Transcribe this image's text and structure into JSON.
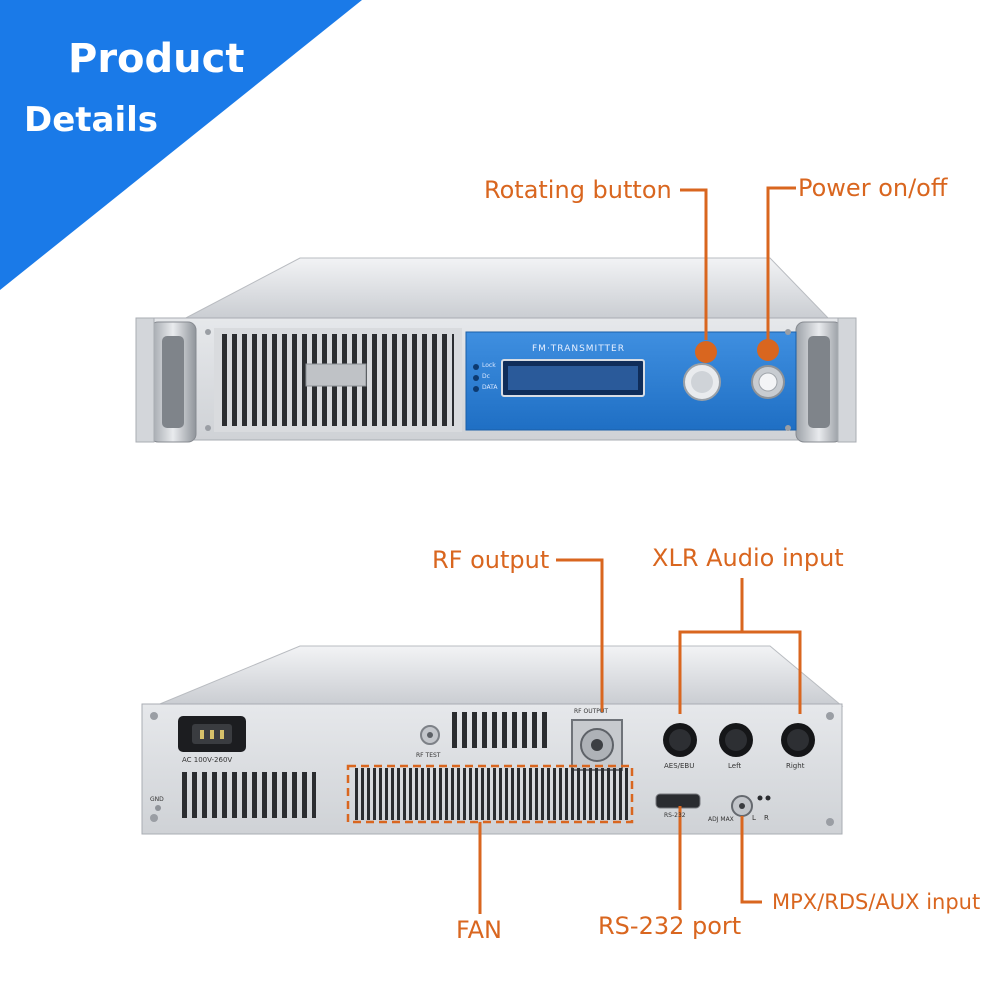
{
  "banner": {
    "line1": "Product",
    "line2": "Details",
    "color": "#1a7ae8"
  },
  "callouts": {
    "rotating_button": "Rotating button",
    "power": "Power on/off",
    "rf_output": "RF output",
    "xlr_audio": "XLR Audio input",
    "fan": "FAN",
    "rs232": "RS-232 port",
    "mpx": "MPX/RDS/AUX input",
    "color": "#d9661f"
  },
  "front_panel": {
    "display_title": "FM·TRANSMITTER",
    "leds": [
      "Lock",
      "Dc",
      "DATA"
    ]
  },
  "rear_panel": {
    "ac_label": "AC  100V-260V",
    "rf_test": "RF TEST",
    "rf_output": "RF OUTPUT",
    "aes": "AES/EBU",
    "left": "Left",
    "right": "Right",
    "gnd": "GND",
    "rs232": "RS-232",
    "adj": "ADJ MAX",
    "l": "L",
    "r": "R"
  }
}
